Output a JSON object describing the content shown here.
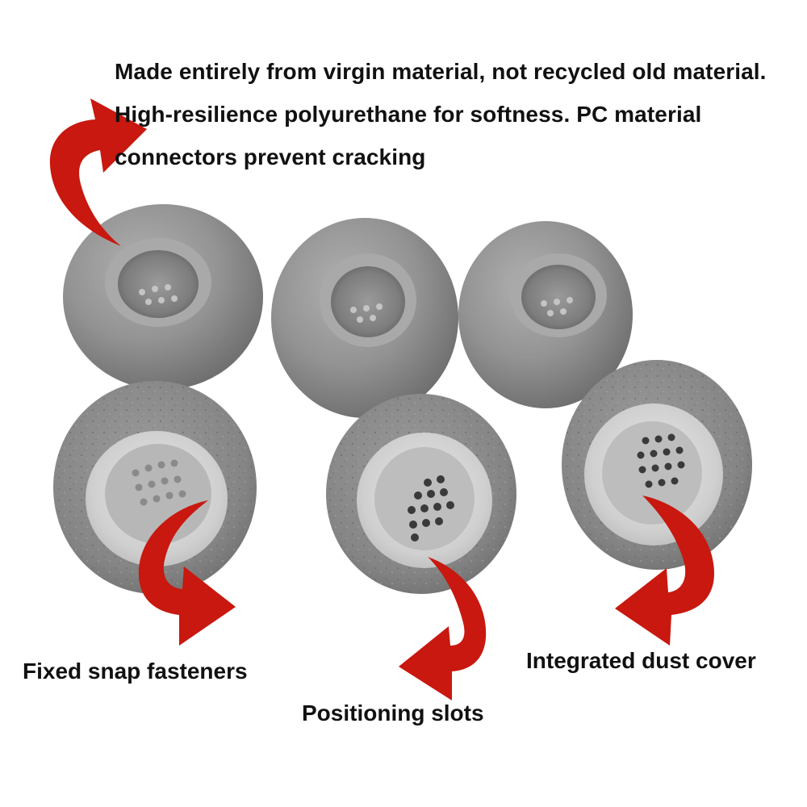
{
  "headline": {
    "line1": "Made entirely from virgin material, not recycled old material.",
    "line2": "High-resilience polyurethane for softness. PC material",
    "line3": "connectors prevent cracking"
  },
  "callouts": {
    "snap": "Fixed snap fasteners",
    "slots": "Positioning slots",
    "dust": "Integrated dust cover"
  },
  "colors": {
    "arrow": "#c8180f",
    "foam": "#8e8e8e",
    "cap": "#d4d4d4",
    "text": "#111111",
    "background": "#ffffff"
  },
  "photo": {
    "subject": "six grey memory-foam earbud tips",
    "arrow_count": 4
  }
}
